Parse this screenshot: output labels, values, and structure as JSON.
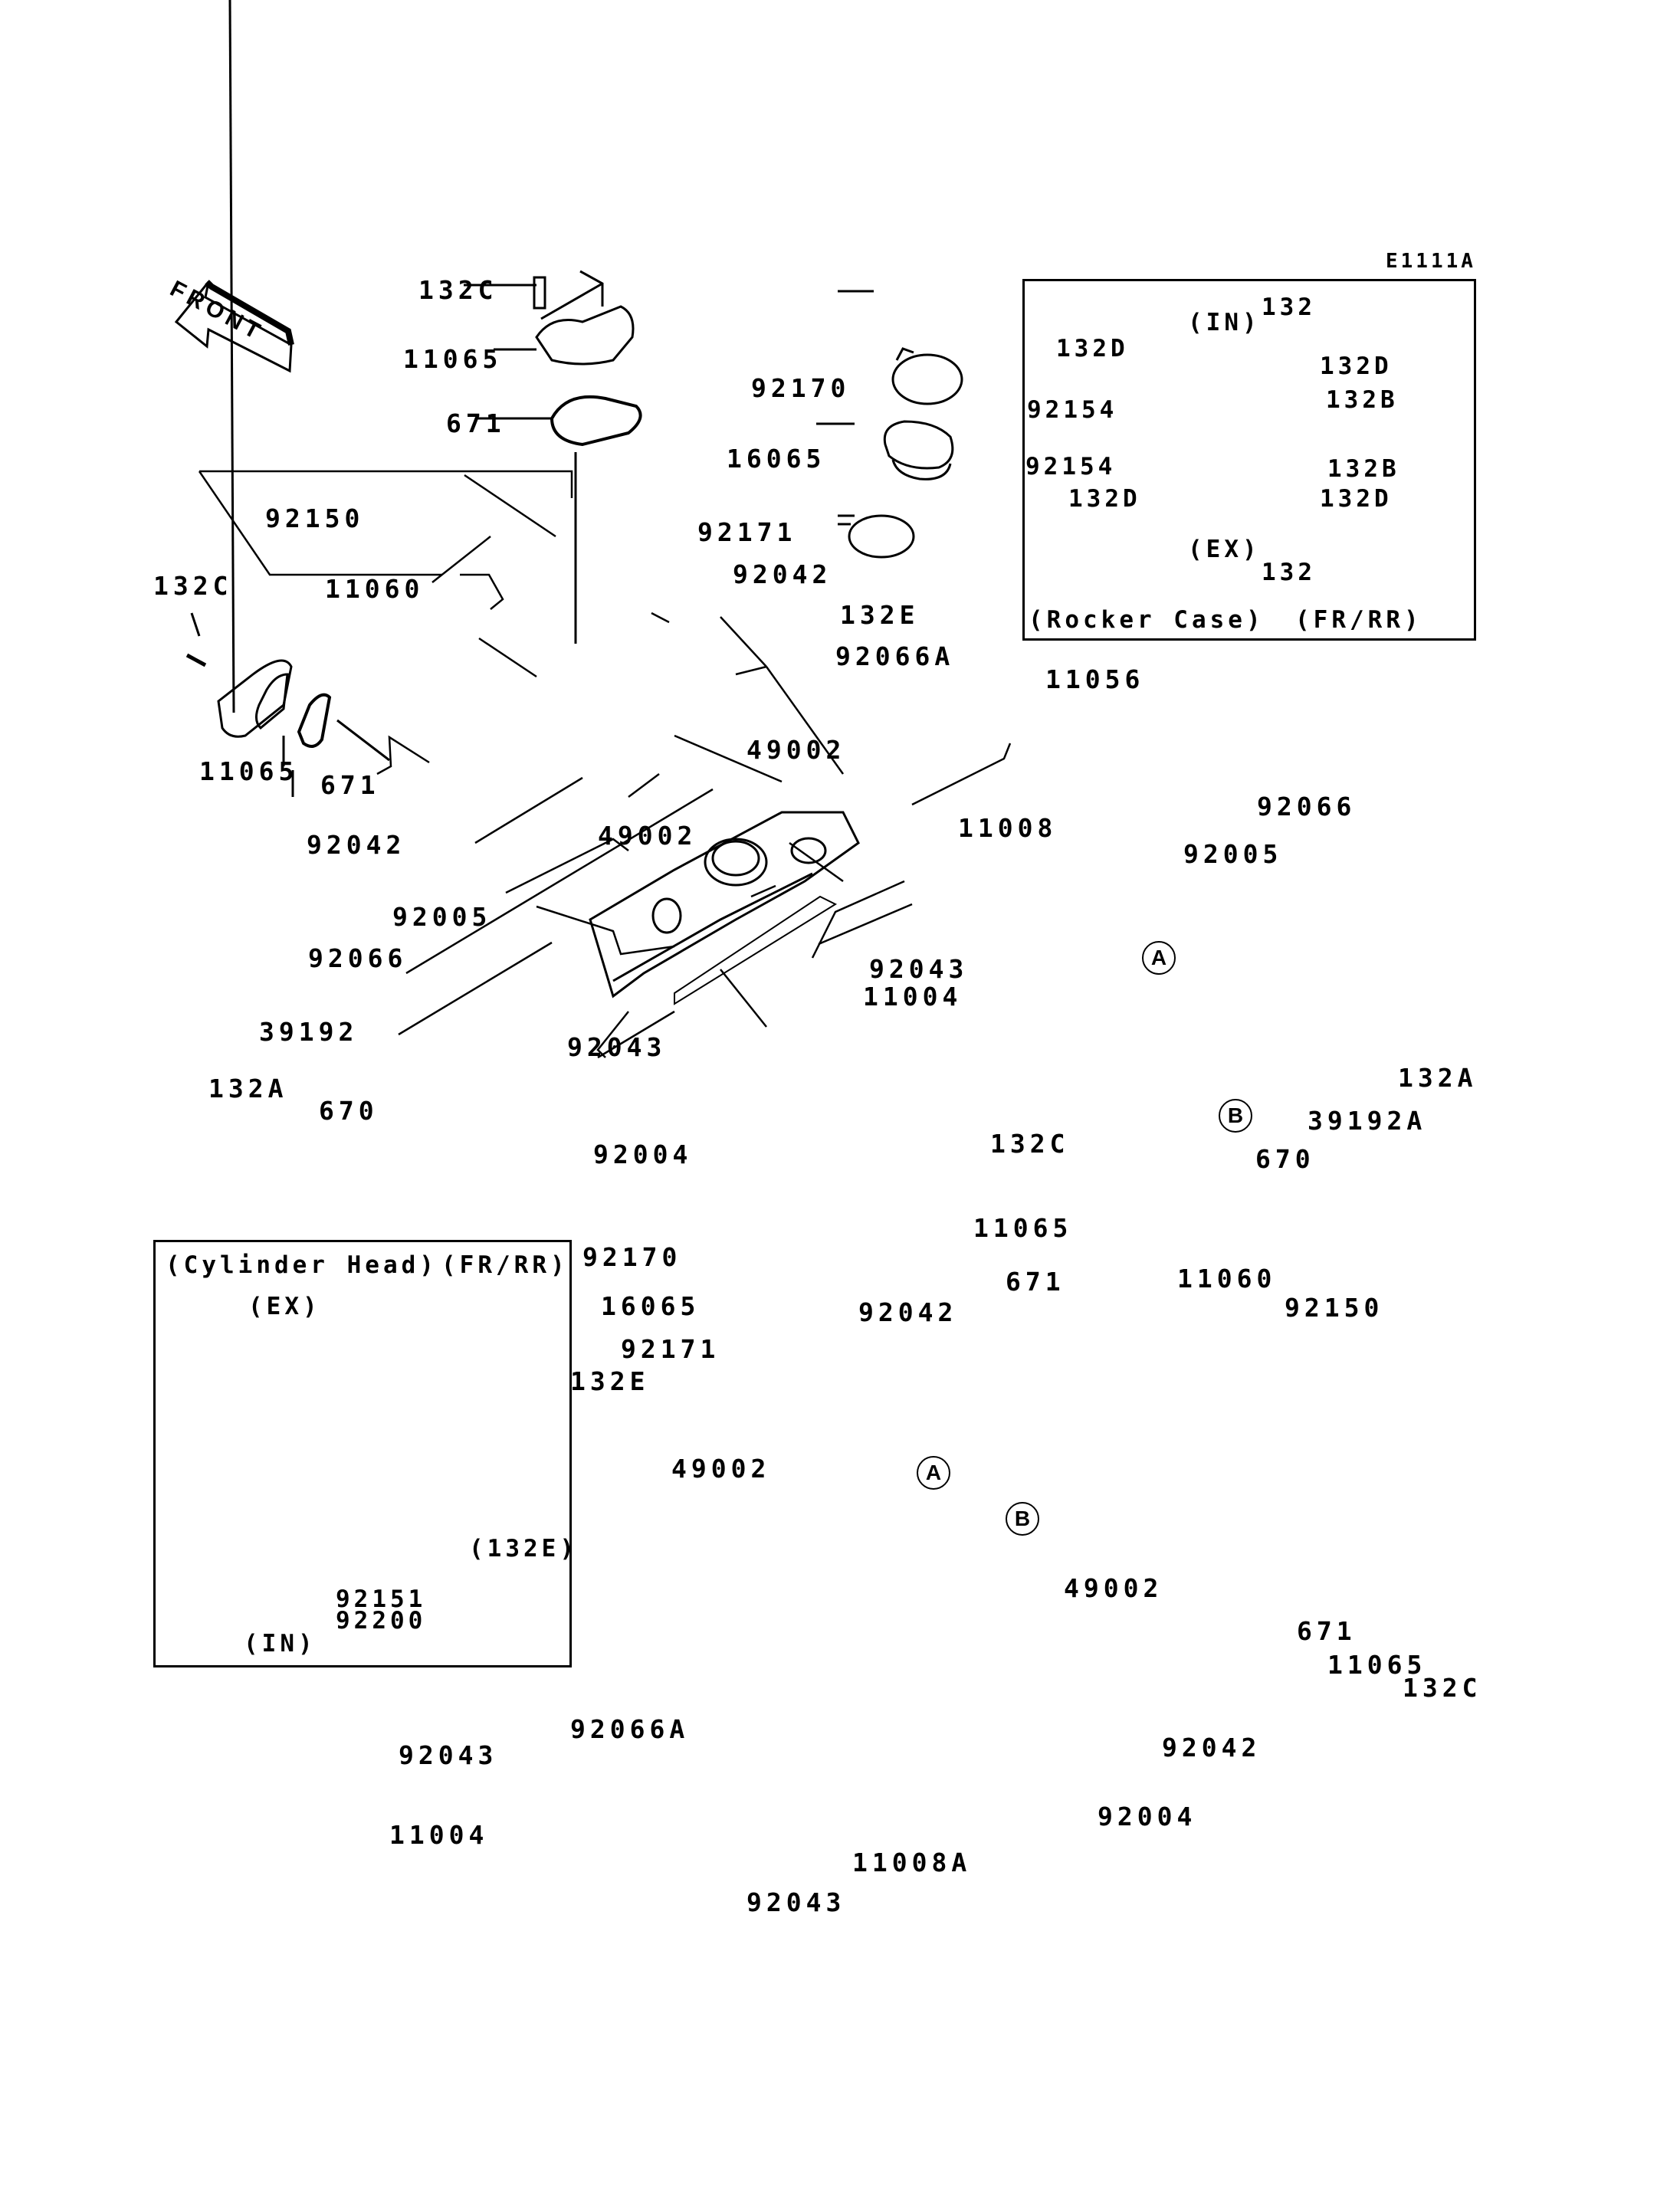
{
  "diagram": {
    "code": "E1111A",
    "orientation_label": "FRONT",
    "insets": {
      "rocker_case": {
        "title": "(Rocker Case)",
        "variant": "(FR/RR)",
        "side_top": "(IN)",
        "side_bottom": "(EX)",
        "labels": {
          "top_132": "132",
          "bottom_132": "132",
          "l_132d_top": "132D",
          "l_92154_a": "92154",
          "l_92154_b": "92154",
          "l_132d_bottom": "132D",
          "r_132d_top": "132D",
          "r_132b_a": "132B",
          "r_132b_b": "132B",
          "r_132d_bottom": "132D"
        }
      },
      "cylinder_head": {
        "title": "(Cylinder Head)",
        "variant": "(FR/RR)",
        "side_top": "(EX)",
        "side_bottom": "(IN)",
        "labels": {
          "bolt_ref": "(132E)",
          "p1": "92151",
          "p2": "92200"
        }
      }
    },
    "reference_markers": [
      "A",
      "B"
    ],
    "parts": {
      "t_132C": "132C",
      "t_11065": "11065",
      "t_671": "671",
      "t_92150": "92150",
      "t_11060": "11060",
      "l_132C": "132C",
      "l_11065": "11065",
      "l_671": "671",
      "t_92170": "92170",
      "t_16065": "16065",
      "t_92171": "92171",
      "t_92042": "92042",
      "t_132E": "132E",
      "t_92066A": "92066A",
      "t_11056": "11056",
      "t_49002_a": "49002",
      "t_49002_b": "49002",
      "t_11008": "11008",
      "t_92042_b": "92042",
      "t_92005": "92005",
      "t_92066": "92066",
      "t_92043_a": "92043",
      "t_11004": "11004",
      "t_92043_b": "92043",
      "t_39192": "39192",
      "t_132A": "132A",
      "t_670": "670",
      "t_92004": "92004",
      "r_92066": "92066",
      "r_92005": "92005",
      "r_132A": "132A",
      "r_39192A": "39192A",
      "r_670": "670",
      "b_132C": "132C",
      "b_11065": "11065",
      "b_671": "671",
      "b_11060": "11060",
      "b_92150": "92150",
      "b_92170": "92170",
      "b_16065": "16065",
      "b_92171": "92171",
      "b_92042": "92042",
      "b_132E": "132E",
      "b_49002": "49002",
      "b_49002_r": "49002",
      "b_671_r": "671",
      "b_11065_r": "11065",
      "b_132C_r": "132C",
      "b_92066A": "92066A",
      "b_92043_a": "92043",
      "b_11004": "11004",
      "b_92043_b": "92043",
      "b_11008A": "11008A",
      "b_92042_r": "92042",
      "b_92004": "92004"
    }
  }
}
